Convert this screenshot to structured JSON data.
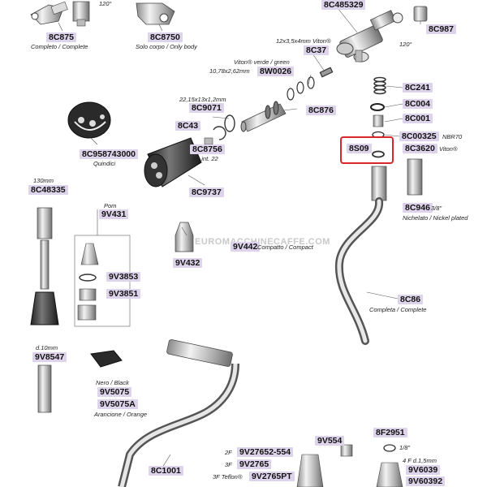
{
  "labels": {
    "c8C875": "8C875",
    "c8C8750": "8C8750",
    "c8C485329": "8C485329",
    "c8C987": "8C987",
    "c8C37": "8C37",
    "c8W0026": "8W0026",
    "c8C241": "8C241",
    "c8C9071": "8C9071",
    "c8C004": "8C004",
    "c8C876": "8C876",
    "c8C001": "8C001",
    "c8C43": "8C43",
    "c8C00325": "8C00325",
    "c8S09": "8S09",
    "c8C3620": "8C3620",
    "c8C8756": "8C8756",
    "c8C958743000": "8C958743000",
    "c8C48335": "8C48335",
    "c8C9737": "8C9737",
    "c8C946": "8C946",
    "c9V431": "9V431",
    "c9V442": "9V442",
    "c9V432": "9V432",
    "c9V3853": "9V3853",
    "c9V3851": "9V3851",
    "c8C86": "8C86",
    "c9V8547": "9V8547",
    "c9V5075": "9V5075",
    "c9V5075A": "9V5075A",
    "c8F2951": "8F2951",
    "c9V27652_554": "9V27652-554",
    "c9V554": "9V554",
    "c9V2765": "9V2765",
    "c9V2765PT": "9V2765PT",
    "c8C1001": "8C1001",
    "c9V6039": "9V6039",
    "c9V60392": "9V60392"
  },
  "notes": {
    "n120a": "120°",
    "n120b": "120°",
    "completo": "Completo / Complete",
    "solocorpo": "Solo corpo / Only body",
    "viton12": "12x3,5x4mm Viton®",
    "vitonVerde": "Viton® verde / green",
    "size1078": "10,78x2,62mm",
    "size2215": "22,15x13x1,2mm",
    "nbr70": "NBR70",
    "viton": "Viton®",
    "quindici": "Quindici",
    "a2int": "A2 int. 22",
    "mm130": "130mm",
    "pom": "Pom",
    "threeEighths": "3/8\"",
    "nichelato": "Nichelato / Nickel plated",
    "compatto": "Compatto / Compact",
    "completa": "Completa / Complete",
    "d10": "d.10mm",
    "neroBlack": "Nero / Black",
    "arancione": "Arancione / Orange",
    "oneEighth": "1/8\"",
    "twoF": "2F",
    "threeF": "3F",
    "threeFTeflon": "3F Teflon®",
    "fourF": "4 F d.1,5mm"
  },
  "watermark": "EUROMACCHINECAFFE.COM",
  "highlight_color": "#d9262c",
  "label_bg": "#ddd3ea"
}
